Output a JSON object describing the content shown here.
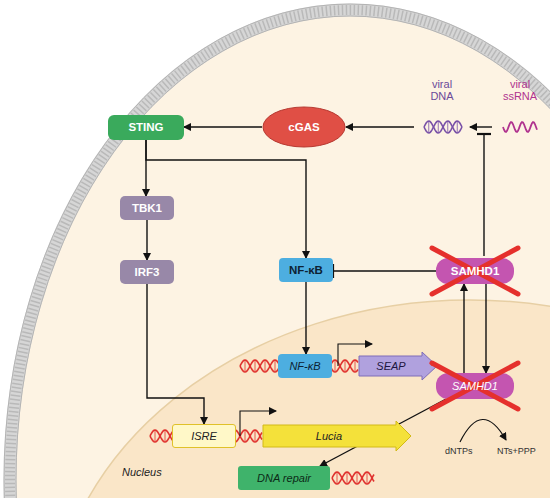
{
  "diagram": {
    "nodes": [
      {
        "text": [
          "STING"
        ]
      },
      {
        "text": [
          "cGAS"
        ]
      },
      {
        "text": [
          "viral DNA"
        ]
      },
      {
        "text": [
          "viral ssRNA"
        ]
      },
      {
        "text": [
          "TBK1"
        ]
      },
      {
        "text": [
          "IRF3"
        ]
      },
      {
        "text": [
          "NF-κB"
        ]
      },
      {
        "text": [
          "SAMHD1"
        ]
      },
      {
        "text": [
          "Nucleus"
        ]
      },
      {
        "text": [
          "NF-κB"
        ],
        "in": 8
      },
      {
        "text": [
          "SEAP"
        ],
        "in": 8
      },
      {
        "text": [
          "SAMHD1"
        ],
        "in": 8
      },
      {
        "text": [
          "ISRE"
        ],
        "in": 8
      },
      {
        "text": [
          "Lucia"
        ],
        "in": 8
      },
      {
        "text": [
          "DNA repair"
        ],
        "in": 8
      }
    ],
    "edges": [
      {
        "from": 1,
        "to": 0,
        "arrow": "to"
      },
      {
        "from": 2,
        "to": 1,
        "arrow": "to"
      },
      {
        "from": 3,
        "to": 2,
        "arrow": "to"
      },
      {
        "from": 0,
        "to": 4,
        "arrow": "to"
      },
      {
        "from": 0,
        "to": 6,
        "arrow": "to"
      },
      {
        "from": 4,
        "to": 5,
        "arrow": "to"
      },
      {
        "from": 5,
        "to": 12,
        "arrow": "to"
      },
      {
        "from": 6,
        "to": 9,
        "arrow": "to"
      },
      {
        "from": 7,
        "to": 6,
        "arrow": "to"
      },
      {
        "from": 7,
        "to": 11,
        "arrow": "to"
      },
      {
        "from": 11,
        "to": 7,
        "arrow": "to"
      },
      {
        "from": 11,
        "to": 14,
        "arrow": "to"
      }
    ],
    "labels": [
      "dNTPs",
      "NTs+PPP"
    ]
  }
}
